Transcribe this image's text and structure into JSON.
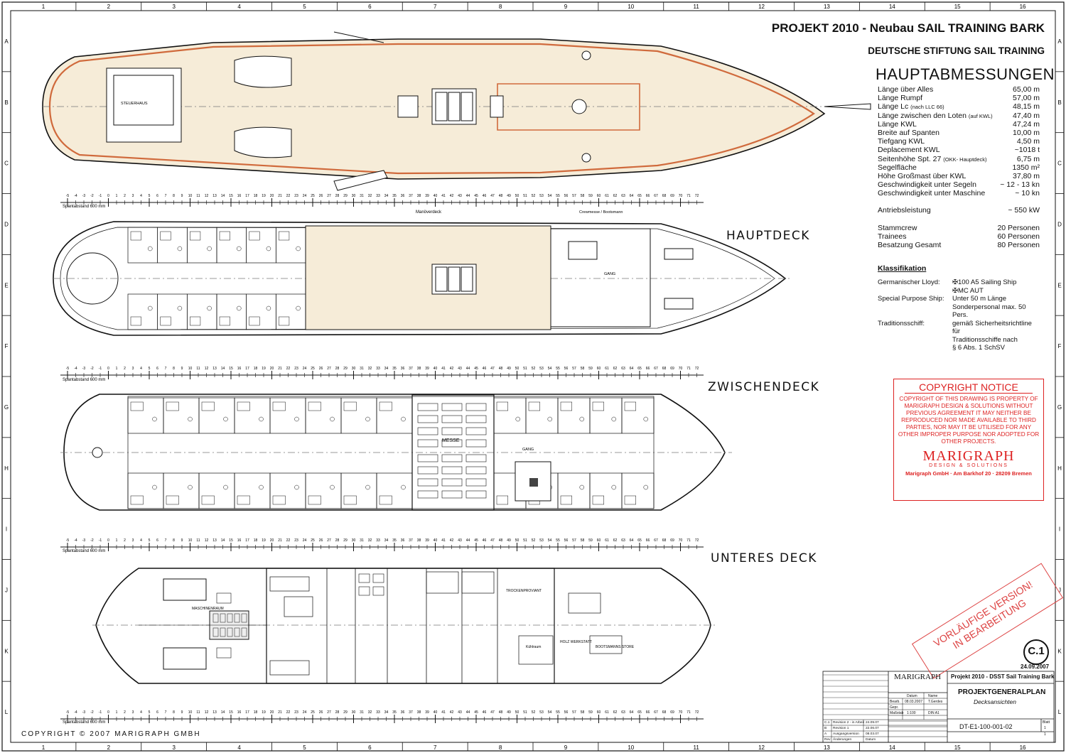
{
  "title": "PROJEKT 2010 - Neubau SAIL TRAINING BARK",
  "subtitle": "DEUTSCHE STIFTUNG SAIL TRAINING",
  "dimensions_heading": "HAUPTABMESSUNGEN",
  "dimensions": [
    {
      "label": "Länge über Alles",
      "note": "",
      "value": "65,00 m"
    },
    {
      "label": "Länge Rumpf",
      "note": "",
      "value": "57,00 m"
    },
    {
      "label": "Länge Lc",
      "note": "(nach LLC 66)",
      "value": "48,15 m"
    },
    {
      "label": "Länge zwischen den Loten",
      "note": "(auf KWL)",
      "value": "47,40 m"
    },
    {
      "label": "Länge KWL",
      "note": "",
      "value": "47,24 m"
    },
    {
      "label": "Breite auf Spanten",
      "note": "",
      "value": "10,00 m"
    },
    {
      "label": "Tiefgang KWL",
      "note": "",
      "value": "4,50 m"
    },
    {
      "label": "Deplacement KWL",
      "note": "",
      "value": "~1018 t"
    },
    {
      "label": "Seitenhöhe Spt. 27",
      "note": "(OKK- Hauptdeck)",
      "value": "6,75 m"
    },
    {
      "label": "Segelfläche",
      "note": "",
      "value": "1350 m²"
    },
    {
      "label": "Höhe Großmast über KWL",
      "note": "",
      "value": "37,80 m"
    },
    {
      "label": "Geschwindigkeit unter Segeln",
      "note": "",
      "value": "~ 12 - 13 kn"
    },
    {
      "label": "Geschwindigkeit unter Maschine",
      "note": "",
      "value": "~ 10 kn"
    }
  ],
  "power": {
    "label": "Antriebsleistung",
    "value": "~ 550 kW"
  },
  "crew": [
    {
      "label": "Stammcrew",
      "value": "20 Personen"
    },
    {
      "label": "Trainees",
      "value": "60 Personen"
    },
    {
      "label": "Besatzung Gesamt",
      "value": "80 Personen"
    }
  ],
  "classification_heading": "Klassifikation",
  "classification": [
    {
      "key": "Germanischer Lloyd:",
      "lines": [
        "✠100 A5 Sailing Ship",
        "✠MC AUT"
      ]
    },
    {
      "key": "Special Purpose Ship:",
      "lines": [
        "Unter 50 m Länge",
        "Sonderpersonal max. 50 Pers."
      ]
    },
    {
      "key": "Traditionsschiff:",
      "lines": [
        "gemäß Sicherheitsrichtline für",
        "Traditionsschiffe nach",
        "§ 6 Abs. 1 SchSV"
      ]
    }
  ],
  "deck_labels": {
    "hauptdeck": "HAUPTDECK",
    "zwischendeck": "ZWISCHENDECK",
    "unteres": "UNTERES DECK"
  },
  "spacing_label": "Spantabstand  600  mm",
  "deck_notes": {
    "manoverdeck": "Manöverdeck",
    "crewmesse": "Crewmesse / Bootsmann",
    "messe": "MESSE",
    "gang": "GANG",
    "maschinenraum": "MASCHINENRAUM",
    "kuehlraum": "Kühlraum",
    "trockenproviant": "TROCKENPROVIANT",
    "holzwerkstatt": "HOLZ WERKSTATT",
    "bootsmann": "BOOTSMANNS STORE",
    "steuerhaus": "STEUERHAUS"
  },
  "copyright": {
    "heading": "COPYRIGHT NOTICE",
    "text": "COPYRIGHT OF THIS DRAWING IS PROPERTY OF MARIGRAPH DESIGN & SOLUTIONS WITHOUT PREVIOUS AGREEMENT IT MAY NEITHER BE REPRODUCED NOR MADE AVAILABLE TO THIRD PARTIES, NOR MAY IT BE UTILISED FOR ANY OTHER IMPROPER PURPOSE NOR ADOPTED FOR OTHER PROJECTS.",
    "brand": "MARIGRAPH",
    "brand_sub": "DESIGN & SOLUTIONS",
    "address": "Marigraph GmbH · Am Barkhof 20 · 28209 Bremen"
  },
  "stamp": {
    "line1": "VORLÄUFIGE VERSION!",
    "line2": "IN BEARBEITUNG"
  },
  "revision": {
    "code": "C.1",
    "date": "24.09.2007"
  },
  "footer": "COPYRIGHT © 2007 MARIGRAPH GMBH",
  "titleblock": {
    "project": "Projekt 2010 - DSST Sail Training Bark",
    "plan": "PROJEKTGENERALPLAN",
    "view": "Decksansichten",
    "number": "DT-E1-100-001-02",
    "brand": "MARIGRAPH",
    "date_head": "Datum",
    "name_head": "Name",
    "bearb": "Bearb.",
    "bearb_date": "08.03.2007",
    "bearb_name": "T.Gerdes",
    "gepr": "Gepr.",
    "massstab": "Maßstab",
    "scale": "1:100",
    "format": "DIN A1",
    "revisions": [
      {
        "code": "C.1",
        "text": "Revision 2 - in Arbeit",
        "date": "24.09.07"
      },
      {
        "code": "B",
        "text": "Revision 1",
        "date": "22.06.07"
      },
      {
        "code": "A",
        "text": "Ausgangsversion",
        "date": "08.03.07"
      },
      {
        "code": "Rev",
        "text": "Änderungen",
        "date": "Datum"
      }
    ],
    "blatt": "Blatt",
    "blatt_val": "1",
    "bl_total": "1"
  },
  "grid": {
    "top_numbers": [
      "1",
      "2",
      "3",
      "4",
      "5",
      "6",
      "7",
      "8",
      "9",
      "10",
      "11",
      "12",
      "13",
      "14",
      "15",
      "16"
    ],
    "side_letters": [
      "A",
      "B",
      "C",
      "D",
      "E",
      "F",
      "G",
      "H",
      "I",
      "J",
      "K",
      "L"
    ]
  },
  "colors": {
    "deck_wood": "#f6ecd8",
    "rail": "#d06a3c",
    "notice": "#dd2222",
    "stamp": "#dd4444"
  }
}
